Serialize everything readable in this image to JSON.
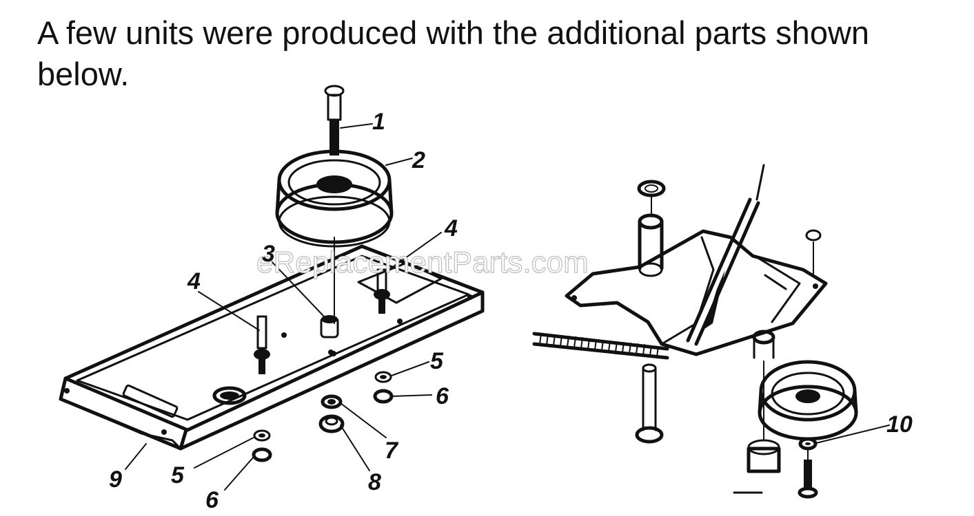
{
  "intro_text": "A few units were produced with the additional parts shown below.",
  "watermark_text": "eReplacementParts.com",
  "callouts": {
    "c1": "1",
    "c2": "2",
    "c3": "3",
    "c4a": "4",
    "c4b": "4",
    "c5a": "5",
    "c5b": "5",
    "c6a": "6",
    "c6b": "6",
    "c7": "7",
    "c8": "8",
    "c9": "9",
    "c10": "10"
  },
  "colors": {
    "ink": "#111111",
    "paper": "#ffffff",
    "watermark": "#bbbbbb"
  }
}
